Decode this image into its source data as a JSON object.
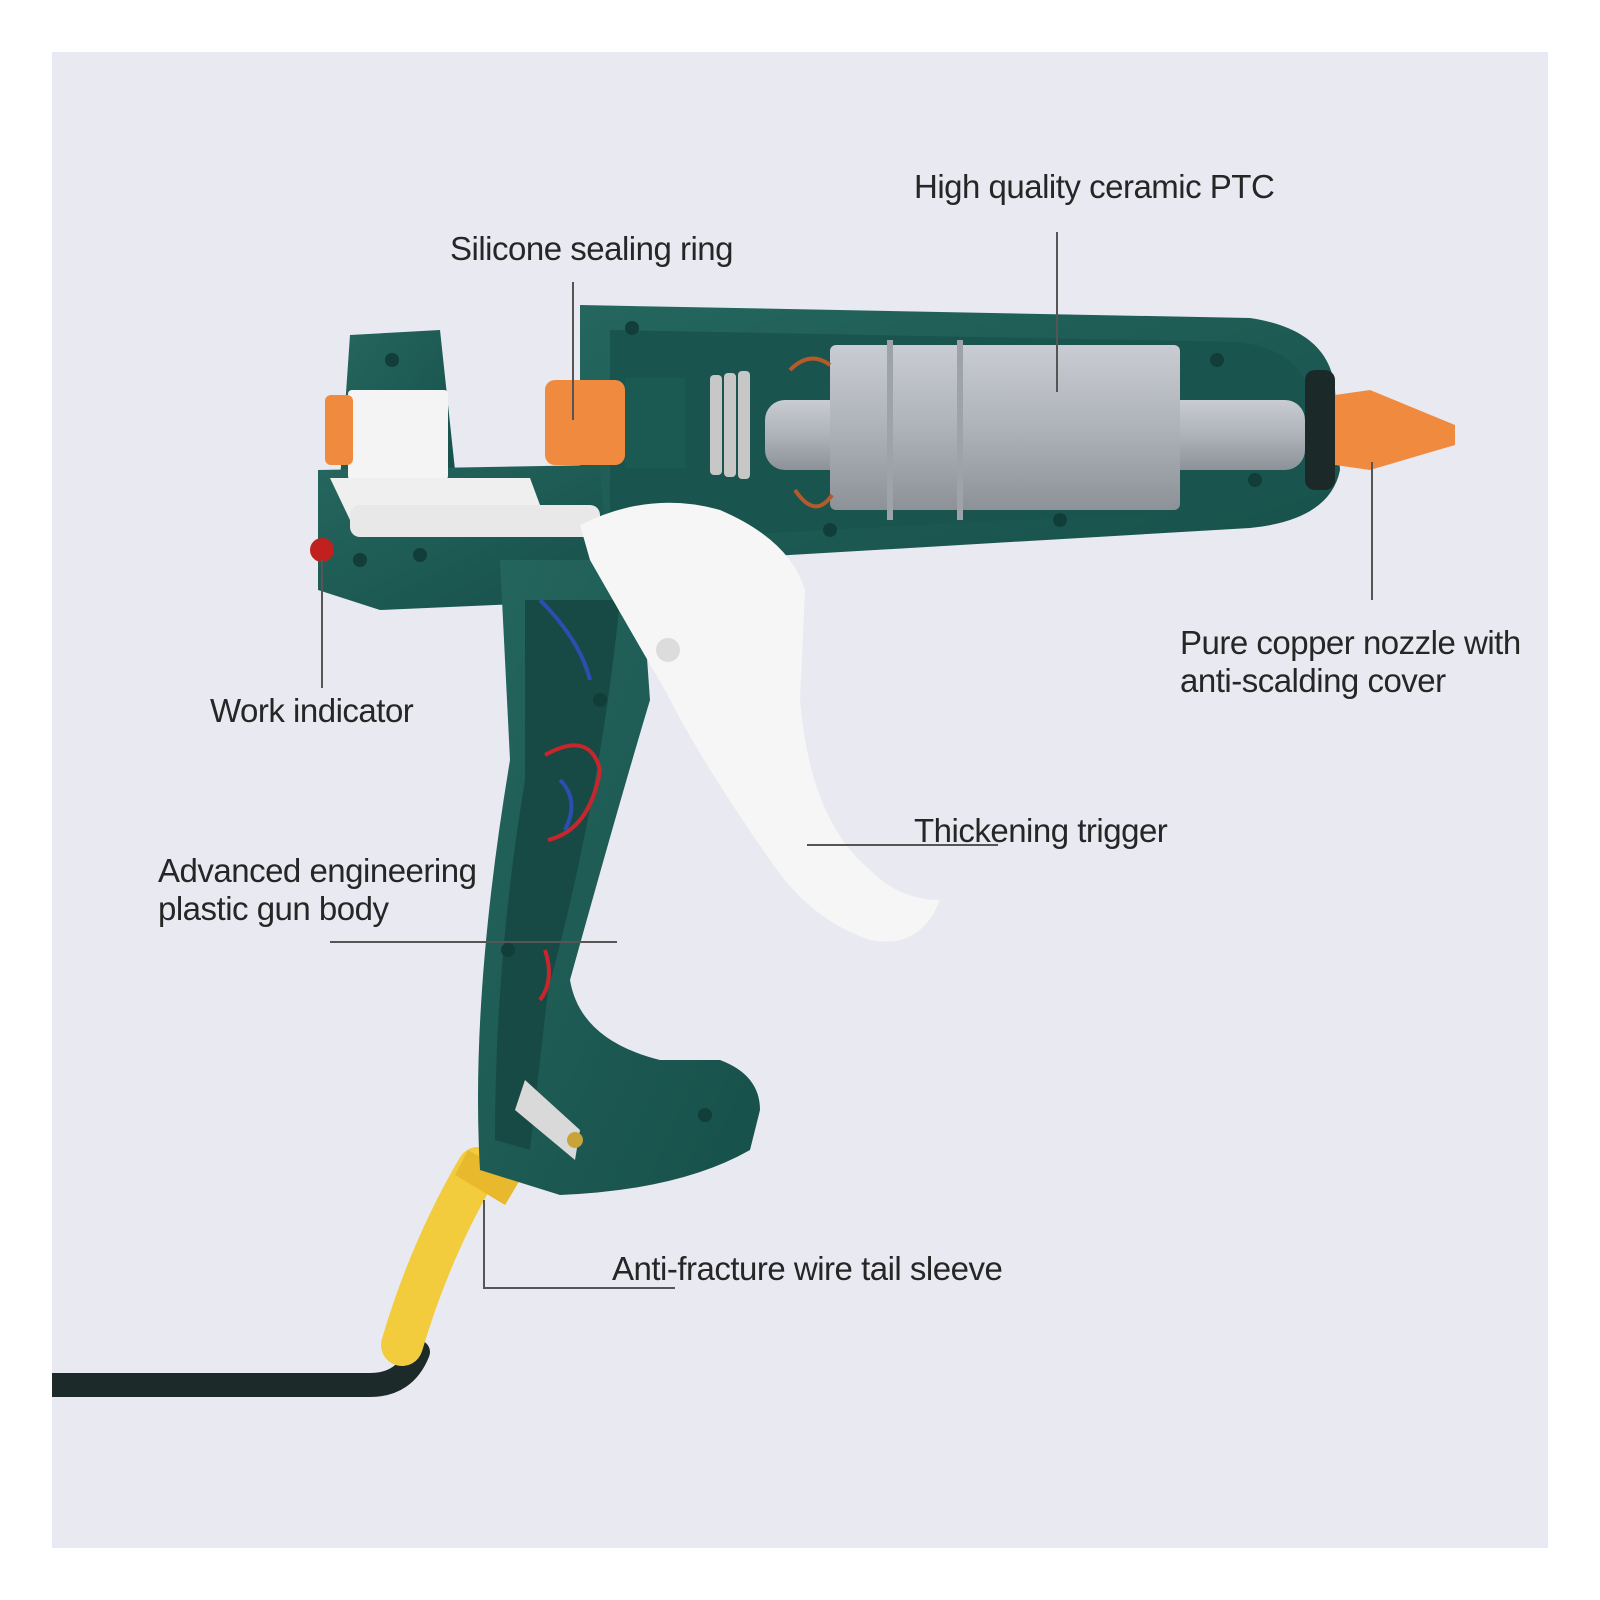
{
  "labels": {
    "ptc": "High quality ceramic PTC",
    "sealing_ring": "Silicone sealing ring",
    "nozzle": [
      "Pure copper nozzle with",
      "anti-scalding cover"
    ],
    "work_indicator": "Work indicator",
    "trigger": "Thickening trigger",
    "gun_body": [
      "Advanced engineering",
      "plastic gun body"
    ],
    "tail_sleeve": "Anti-fracture wire tail sleeve"
  },
  "colors": {
    "background": "#e9e9f1",
    "gun_body": "#1f5c55",
    "nozzle": "#f08a3e",
    "trigger": "#f6f6f6",
    "heater": "#b9bcc2",
    "sleeve": "#f2cc3c",
    "cable": "#1d2a2a",
    "leader_line": "#555555"
  }
}
